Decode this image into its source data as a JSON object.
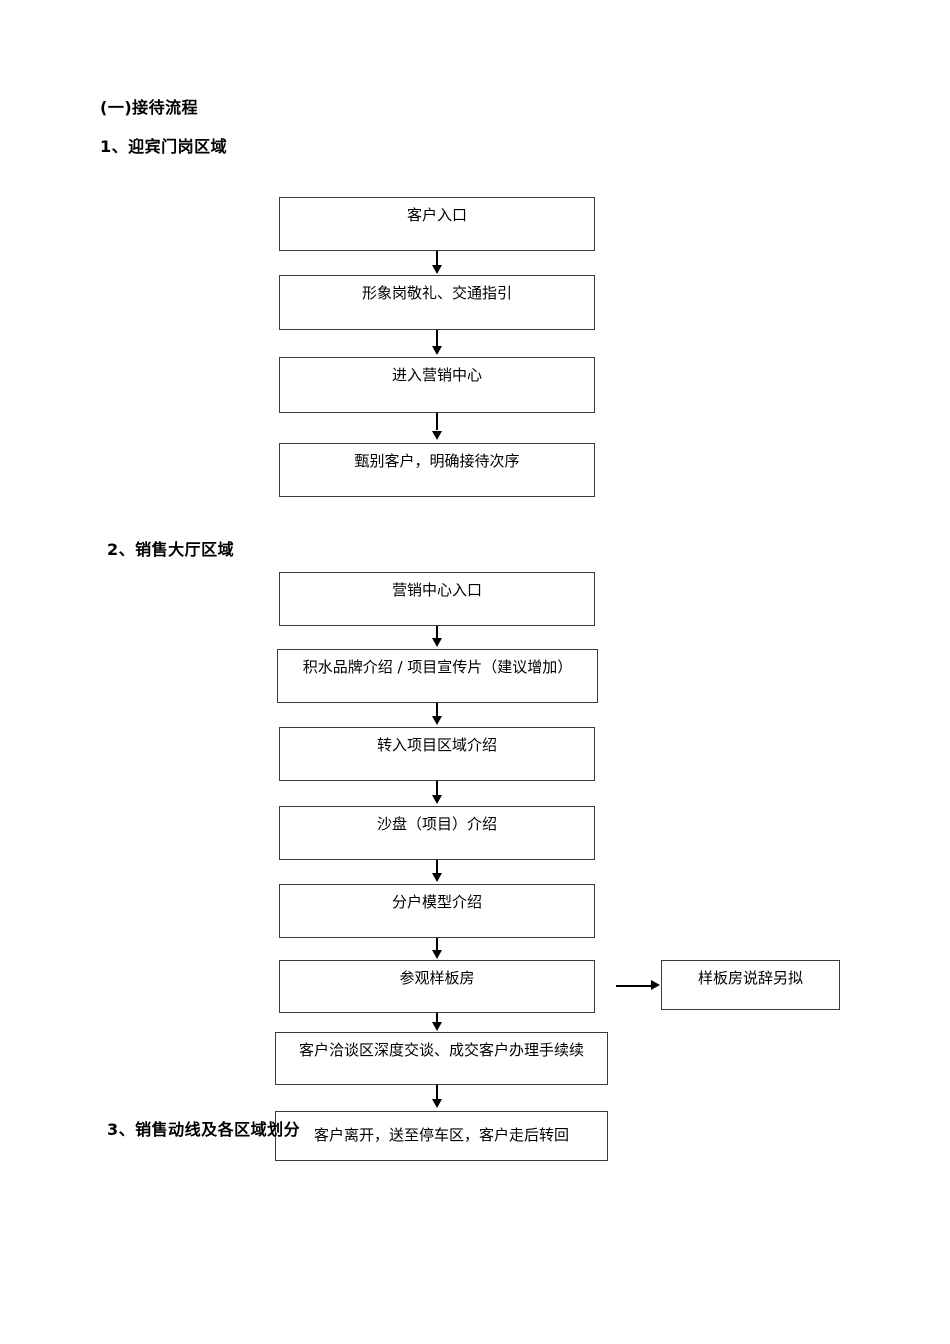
{
  "document": {
    "headings": {
      "section_title": "(一)接待流程",
      "group1_title": "1、迎宾门岗区域",
      "group2_title": "2、销售大厅区域",
      "group3_title": "3、销售动线及各区域划分"
    }
  },
  "chart_data": {
    "type": "diagram",
    "title": "(一)接待流程",
    "flowcharts": [
      {
        "name": "迎宾门岗区域",
        "nodes": [
          {
            "id": "n1",
            "label": "客户入口"
          },
          {
            "id": "n2",
            "label": "形象岗敬礼、交通指引"
          },
          {
            "id": "n3",
            "label": "进入营销中心"
          },
          {
            "id": "n4",
            "label": "甄别客户，明确接待次序"
          }
        ],
        "edges": [
          {
            "from": "n1",
            "to": "n2",
            "type": "arrow-down"
          },
          {
            "from": "n2",
            "to": "n3",
            "type": "arrow-down"
          },
          {
            "from": "n3",
            "to": "n4",
            "type": "arrow-down"
          }
        ]
      },
      {
        "name": "销售大厅区域",
        "nodes": [
          {
            "id": "m1",
            "label": "营销中心入口"
          },
          {
            "id": "m2",
            "label": "积水品牌介绍 / 项目宣传片（建议增加）"
          },
          {
            "id": "m3",
            "label": "转入项目区域介绍"
          },
          {
            "id": "m4",
            "label": "沙盘（项目）介绍"
          },
          {
            "id": "m5",
            "label": "分户模型介绍"
          },
          {
            "id": "m6",
            "label": "参观样板房"
          },
          {
            "id": "m7",
            "label": "客户洽谈区深度交谈、成交客户办理手续续"
          },
          {
            "id": "m8",
            "label": "客户离开，送至停车区，客户走后转回"
          },
          {
            "id": "s1",
            "label": "样板房说辞另拟"
          }
        ],
        "edges": [
          {
            "from": "m1",
            "to": "m2",
            "type": "arrow-down"
          },
          {
            "from": "m2",
            "to": "m3",
            "type": "arrow-down"
          },
          {
            "from": "m3",
            "to": "m4",
            "type": "arrow-down"
          },
          {
            "from": "m4",
            "to": "m5",
            "type": "arrow-down"
          },
          {
            "from": "m5",
            "to": "m6",
            "type": "arrow-down"
          },
          {
            "from": "m6",
            "to": "m7",
            "type": "arrow-down"
          },
          {
            "from": "m6",
            "to": "s1",
            "type": "arrow-right"
          },
          {
            "from": "m7",
            "to": "m8",
            "type": "arrow-down"
          }
        ]
      }
    ],
    "colors": {
      "box_border": "#3a3a3a",
      "connector": "#000000",
      "text": "#000000",
      "background": "#ffffff"
    }
  }
}
